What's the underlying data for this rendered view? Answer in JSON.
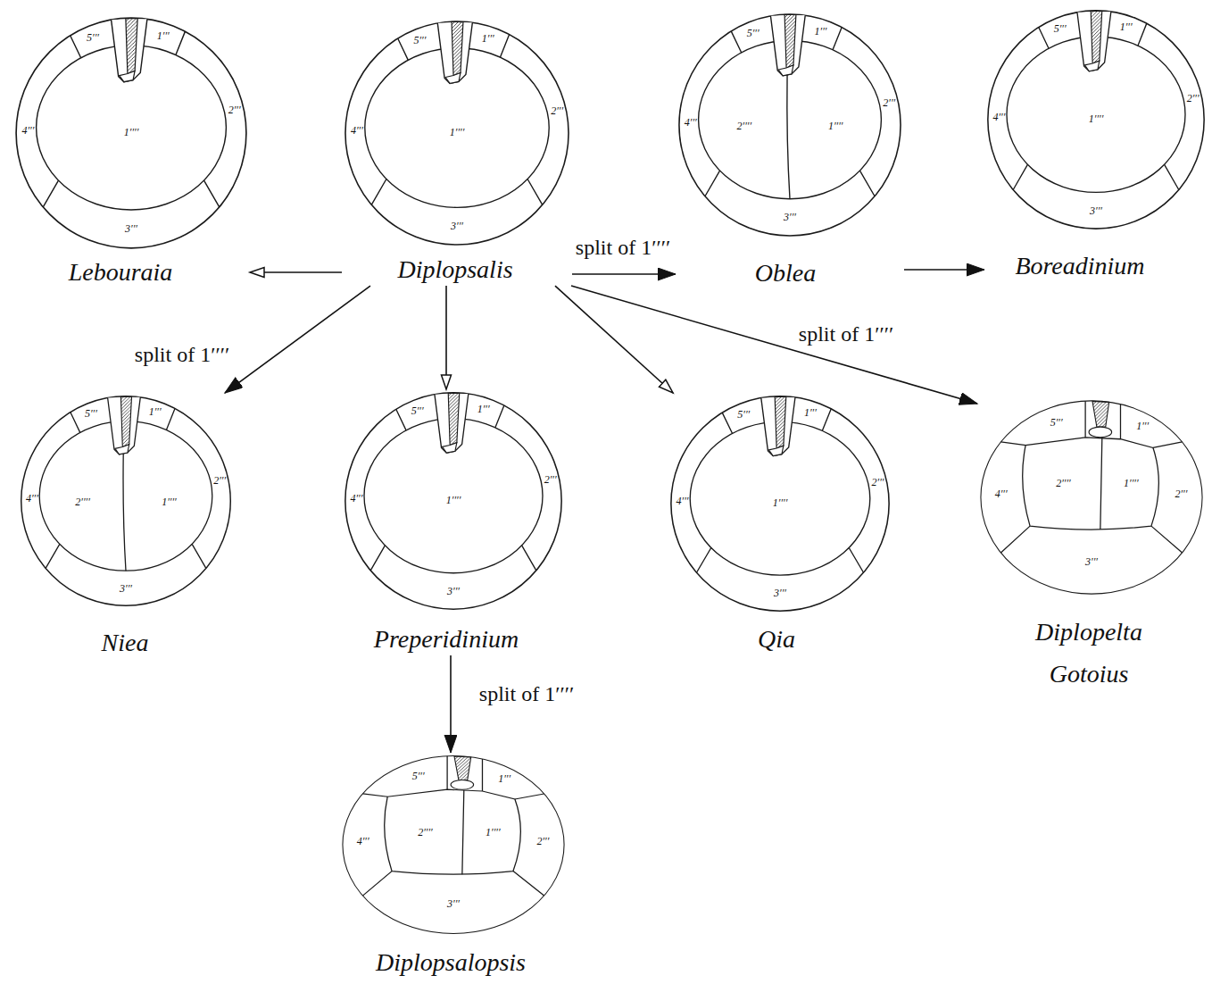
{
  "diagram": {
    "nodes": [
      {
        "text": [
          "5′′′",
          "1′′′",
          "4′′′",
          "1′′′′",
          "2′′′",
          "3′′′",
          "Lebouraia"
        ]
      },
      {
        "text": [
          "5′′′",
          "1′′′",
          "4′′′",
          "1′′′′",
          "2′′′",
          "3′′′",
          "Diplopsalis"
        ]
      },
      {
        "text": [
          "5′′′",
          "1′′′",
          "4′′′",
          "2′′′′",
          "1′′′′",
          "2′′′",
          "3′′′",
          "Oblea"
        ]
      },
      {
        "text": [
          "5′′′",
          "1′′′",
          "4′′′",
          "1′′′′",
          "2′′′",
          "3′′′",
          "Boreadinium"
        ]
      },
      {
        "text": [
          "5′′′",
          "1′′′",
          "4′′′",
          "2′′′′",
          "1′′′′",
          "2′′′",
          "3′′′",
          "Niea"
        ]
      },
      {
        "text": [
          "5′′′",
          "1′′′",
          "4′′′",
          "1′′′′",
          "2′′′",
          "3′′′",
          "Preperidinium"
        ]
      },
      {
        "text": [
          "5′′′",
          "1′′′",
          "4′′′",
          "1′′′′",
          "2′′′",
          "3′′′",
          "Qia"
        ]
      },
      {
        "text": [
          "5′′′",
          "1′′′",
          "4′′′",
          "2′′′′",
          "1′′′′",
          "2′′′",
          "3′′′",
          "Diplopelta Gotoius"
        ]
      },
      {
        "text": [
          "5′′′",
          "1′′′",
          "4′′′",
          "2′′′′",
          "1′′′′",
          "2′′′",
          "3′′′",
          "Diplopsalopsis"
        ]
      }
    ],
    "edges": [
      {
        "from": 1,
        "to": 0,
        "arrow": "to"
      },
      {
        "from": 1,
        "to": 2,
        "arrow": "to",
        "label": "split of 1′′′′"
      },
      {
        "from": 2,
        "to": 3,
        "arrow": "to"
      },
      {
        "from": 1,
        "to": 4,
        "arrow": "to",
        "label": "split of 1′′′′"
      },
      {
        "from": 1,
        "to": 5,
        "arrow": "to"
      },
      {
        "from": 1,
        "to": 6,
        "arrow": "to"
      },
      {
        "from": 1,
        "to": 7,
        "arrow": "to",
        "label": "split of 1′′′′"
      },
      {
        "from": 5,
        "to": 8,
        "arrow": "to",
        "label": "split of 1′′′′"
      }
    ]
  }
}
